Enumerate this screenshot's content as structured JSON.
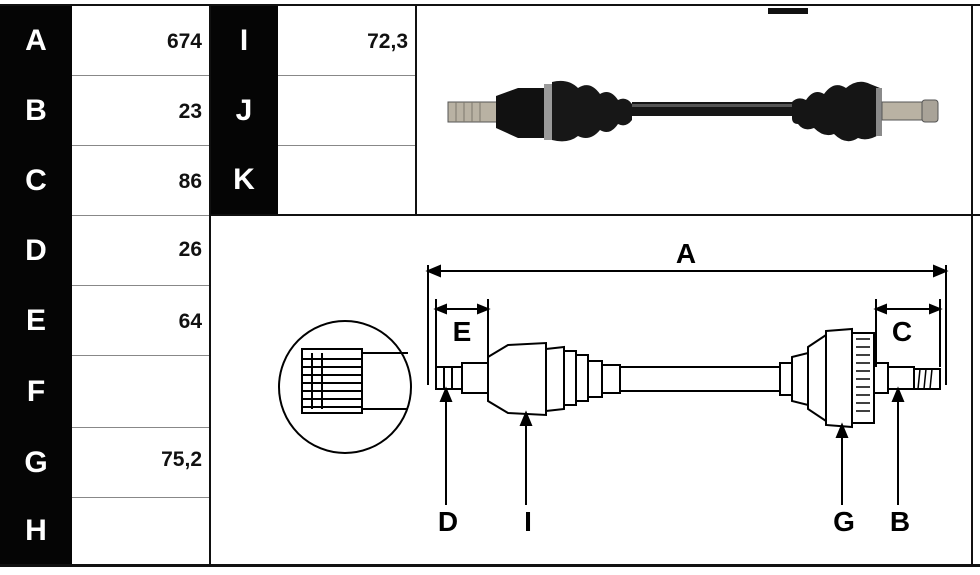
{
  "table": {
    "left_rows": [
      {
        "letter": "A",
        "value": "674"
      },
      {
        "letter": "B",
        "value": "23"
      },
      {
        "letter": "C",
        "value": "86"
      },
      {
        "letter": "D",
        "value": "26"
      },
      {
        "letter": "E",
        "value": "64"
      },
      {
        "letter": "F",
        "value": ""
      },
      {
        "letter": "G",
        "value": "75,2"
      },
      {
        "letter": "H",
        "value": ""
      }
    ],
    "mid_rows": [
      {
        "letter": "I",
        "value": "72,3"
      },
      {
        "letter": "J",
        "value": ""
      },
      {
        "letter": "K",
        "value": ""
      }
    ]
  },
  "diagram": {
    "labels": {
      "A": "A",
      "C": "C",
      "E": "E",
      "D": "D",
      "I": "I",
      "G": "G",
      "B": "B"
    }
  },
  "colors": {
    "label_bg": "#050505",
    "label_text": "#ffffff",
    "line": "#111111"
  }
}
